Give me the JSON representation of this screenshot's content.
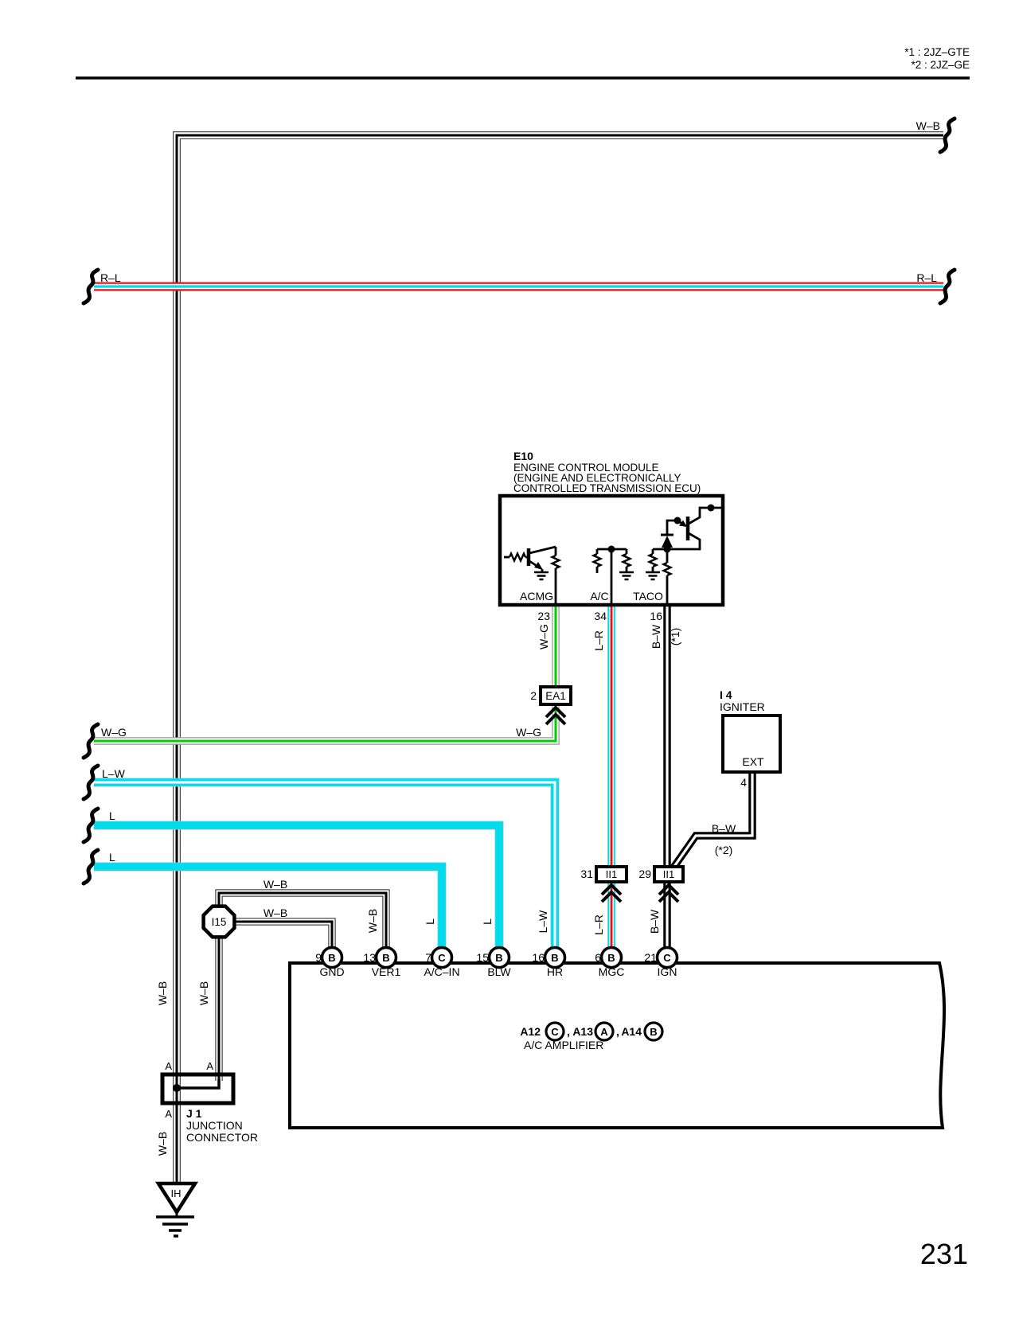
{
  "colors": {
    "black": "#000000",
    "red": "#ee1111",
    "cyan": "#00dcec",
    "green": "#00cc00"
  },
  "notes": {
    "line1": "*1 : 2JZ–GTE",
    "line2": "*2 : 2JZ–GE"
  },
  "page_number": "231",
  "wire_labels": {
    "wb_top": "W–B",
    "rl_left": "R–L",
    "rl_right": "R–L",
    "wg_pin": "W–G",
    "wg_corner": "W–G",
    "wg_left": "W–G",
    "lw_left": "L–W",
    "lw_pin": "L–W",
    "l1_left": "L",
    "l1_pin": "L",
    "l2_left": "L",
    "l2_pin": "L",
    "lr_top": "L–R",
    "lr_bottom": "L–R",
    "bw_taco": "B–W",
    "bw_taco_note": "(*1)",
    "bw_igniter": "B–W",
    "bw_igniter_note": "(*2)",
    "bw_ign_pin": "B–W",
    "wb_i15_top": "W–B",
    "wb_i15_right": "W–B",
    "wb_pin13": "W–B",
    "wb_col_left": "W–B",
    "wb_col_right": "W–B",
    "wb_below_j1": "W–B"
  },
  "e10": {
    "id": "E10",
    "desc_line1": "ENGINE CONTROL MODULE",
    "desc_line2": "(ENGINE AND ELECTRONICALLY",
    "desc_line3": "CONTROLLED TRANSMISSION ECU)",
    "pin_acmg": "ACMG",
    "pin_ac": "A/C",
    "pin_taco": "TACO",
    "num_acmg": "23",
    "num_ac": "34",
    "num_taco": "16"
  },
  "ea1": {
    "num": "2",
    "id": "EA1"
  },
  "i4": {
    "id": "I 4",
    "name": "IGNITER",
    "pin": "EXT",
    "num": "4"
  },
  "ii1_31": {
    "num": "31",
    "id": "II1"
  },
  "ii1_29": {
    "num": "29",
    "id": "II1"
  },
  "i15": {
    "id": "I15"
  },
  "j1": {
    "id": "J 1",
    "name_line1": "JUNCTION",
    "name_line2": "CONNECTOR",
    "pin_top_left": "A",
    "pin_top_right": "A",
    "pin_bottom": "A"
  },
  "ih": {
    "id": "IH"
  },
  "amplifier": {
    "name": "A/C AMPLIFIER",
    "pins": [
      {
        "num": "9",
        "letter": "B",
        "label": "GND"
      },
      {
        "num": "13",
        "letter": "B",
        "label": "VER1"
      },
      {
        "num": "7",
        "letter": "C",
        "label": "A/C–IN"
      },
      {
        "num": "15",
        "letter": "B",
        "label": "BLW"
      },
      {
        "num": "16",
        "letter": "B",
        "label": "HR"
      },
      {
        "num": "6",
        "letter": "B",
        "label": "MGC"
      },
      {
        "num": "21",
        "letter": "C",
        "label": "IGN"
      }
    ],
    "connectors": [
      {
        "label": "A12",
        "letter": "C",
        "sep": ","
      },
      {
        "label": "A13",
        "letter": "A",
        "sep": ","
      },
      {
        "label": "A14",
        "letter": "B"
      }
    ]
  }
}
